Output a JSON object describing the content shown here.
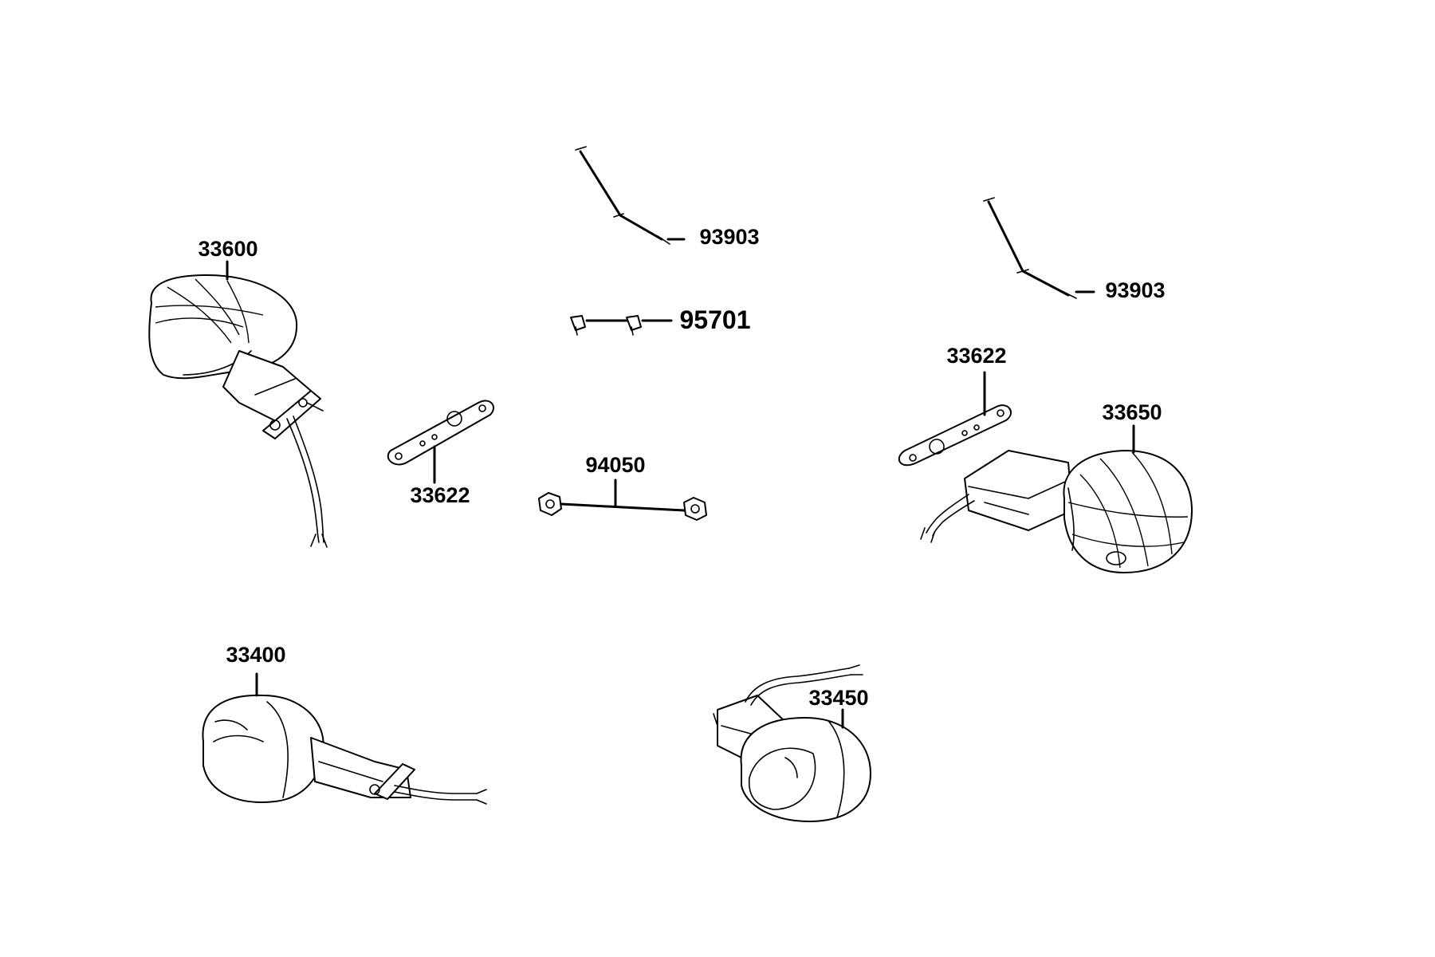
{
  "diagram": {
    "parts": [
      {
        "id": "33600",
        "label": "33600",
        "icon": "turn-signal-front-left-icon"
      },
      {
        "id": "93903a",
        "label": "93903",
        "icon": "wire-clamp-icon"
      },
      {
        "id": "95701",
        "label": "95701",
        "icon": "bolt-icon"
      },
      {
        "id": "93903b",
        "label": "93903",
        "icon": "wire-clamp-icon"
      },
      {
        "id": "33622a",
        "label": "33622",
        "icon": "bracket-plate-icon"
      },
      {
        "id": "33622b",
        "label": "33622",
        "icon": "bracket-plate-icon"
      },
      {
        "id": "94050",
        "label": "94050",
        "icon": "nut-icon"
      },
      {
        "id": "33650",
        "label": "33650",
        "icon": "turn-signal-front-right-icon"
      },
      {
        "id": "33400",
        "label": "33400",
        "icon": "turn-signal-rear-left-icon"
      },
      {
        "id": "33450",
        "label": "33450",
        "icon": "turn-signal-rear-right-icon"
      }
    ]
  }
}
